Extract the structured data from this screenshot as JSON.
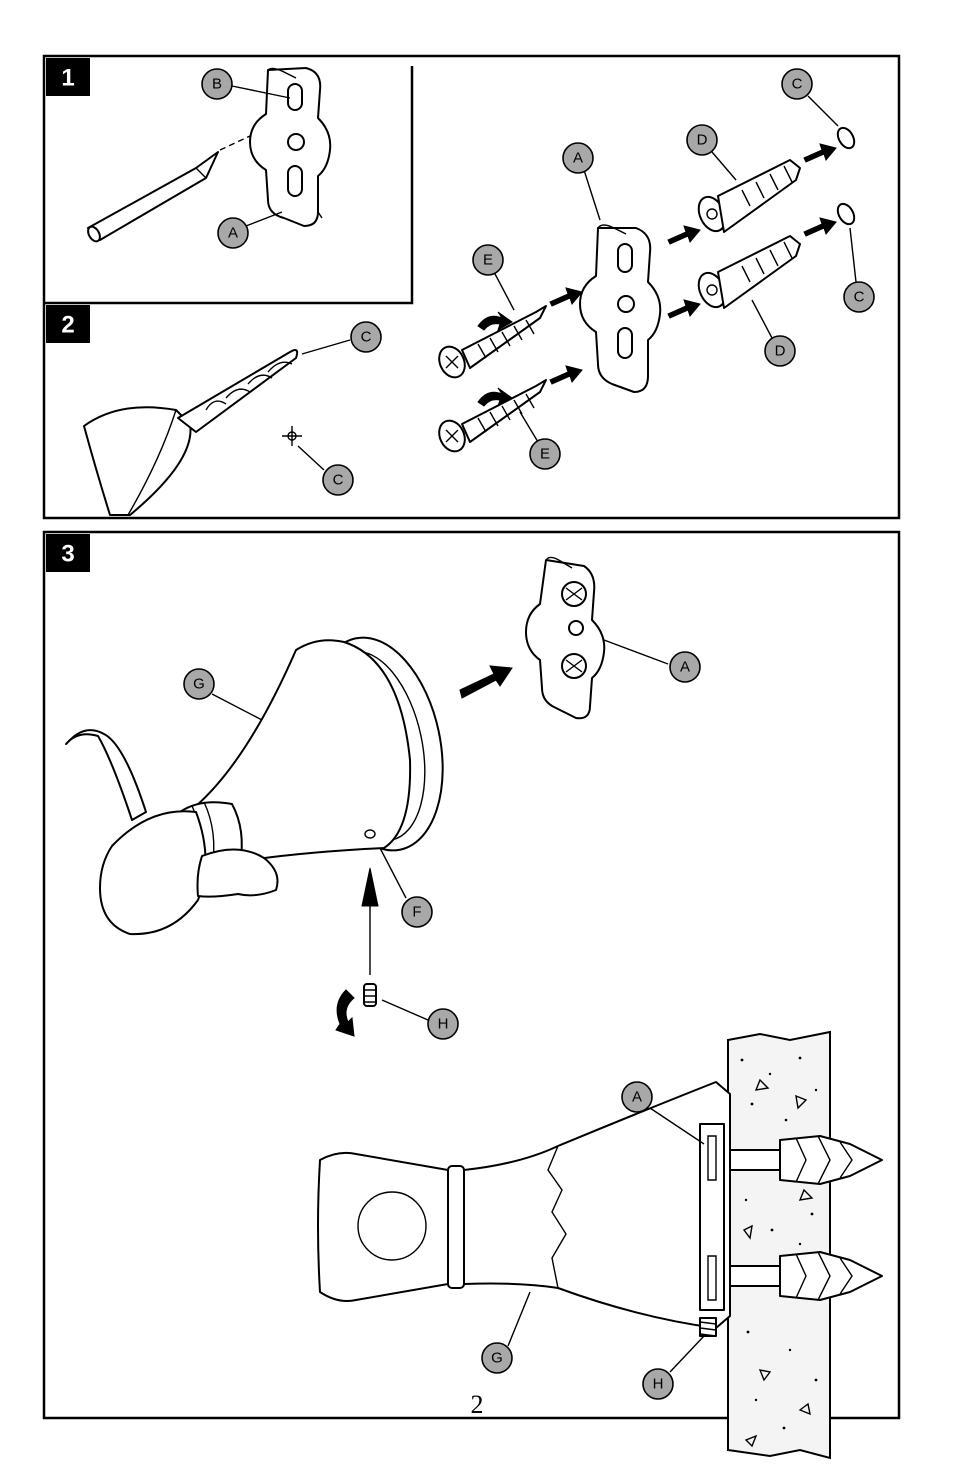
{
  "steps": [
    {
      "number": "1"
    },
    {
      "number": "2"
    },
    {
      "number": "3"
    }
  ],
  "callouts": {
    "bracket_a": "A",
    "screw_hole_b": "B",
    "mark_c": "C",
    "anchor_d": "D",
    "screw_e": "E",
    "set_screw_hole_f": "F",
    "hook_body_g": "G",
    "set_screw_h": "H"
  },
  "page_number": "2"
}
